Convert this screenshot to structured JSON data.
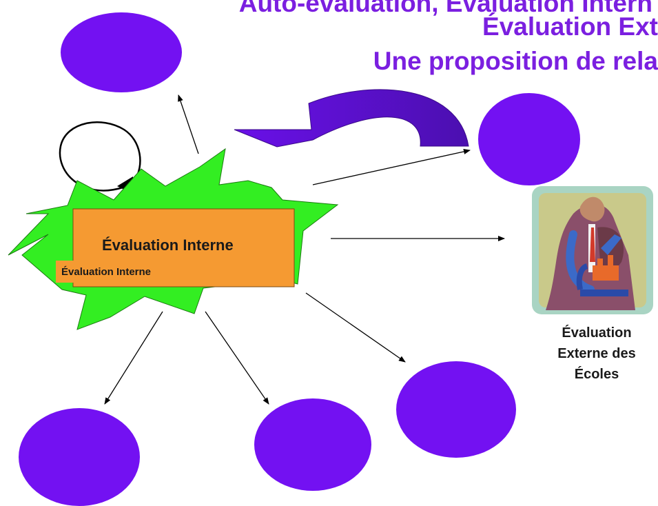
{
  "titles": {
    "line1": "Auto-évaluation, Évaluation Intern",
    "line2": "Évaluation Ext",
    "line3": "Une proposition de rela"
  },
  "central_box": {
    "label": "Évaluation Interne",
    "sub_label": "Évaluation Interne"
  },
  "external": {
    "caption": "Évaluation\nExterne des\nÉcoles",
    "picture": "scientist-with-microscope-clipart"
  },
  "colors": {
    "title": "#7b1fe0",
    "ellipse": "#7311f2",
    "star": "#33ee22",
    "box": "#f59a32"
  }
}
